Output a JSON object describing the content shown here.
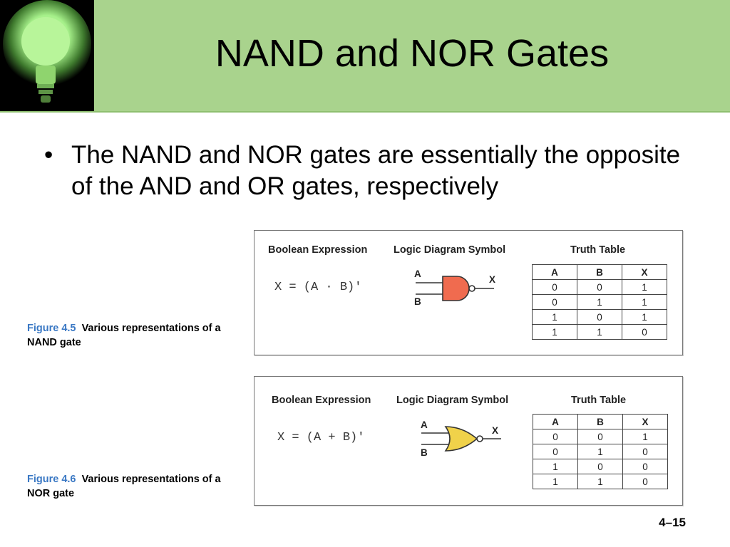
{
  "slide": {
    "title": "NAND and NOR Gates",
    "bullet": "The NAND and NOR gates are essentially the opposite of the AND and OR gates, respectively",
    "page_number": "4–15"
  },
  "nand_figure": {
    "caption_number": "Figure 4.5",
    "caption_text": "Various representations of a NAND gate",
    "headers": {
      "expression": "Boolean Expression",
      "symbol": "Logic Diagram Symbol",
      "table": "Truth Table"
    },
    "expression": "X = (A · B)'",
    "input_a": "A",
    "input_b": "B",
    "output": "X",
    "gate_color": "#f06b4f",
    "columns": [
      "A",
      "B",
      "X"
    ],
    "rows": [
      [
        "0",
        "0",
        "1"
      ],
      [
        "0",
        "1",
        "1"
      ],
      [
        "1",
        "0",
        "1"
      ],
      [
        "1",
        "1",
        "0"
      ]
    ]
  },
  "nor_figure": {
    "caption_number": "Figure 4.6",
    "caption_text": "Various representations of a NOR gate",
    "headers": {
      "expression": "Boolean Expression",
      "symbol": "Logic Diagram Symbol",
      "table": "Truth Table"
    },
    "expression": "X = (A + B)'",
    "input_a": "A",
    "input_b": "B",
    "output": "X",
    "gate_color": "#f0d24a",
    "columns": [
      "A",
      "B",
      "X"
    ],
    "rows": [
      [
        "0",
        "0",
        "1"
      ],
      [
        "0",
        "1",
        "0"
      ],
      [
        "1",
        "0",
        "0"
      ],
      [
        "1",
        "1",
        "0"
      ]
    ]
  },
  "theme": {
    "header_band": "#a9d38d",
    "bulb_glow": "#b8f59a",
    "caption_blue": "#3a78c4"
  },
  "logo": {
    "icon": "light-bulb-icon"
  }
}
